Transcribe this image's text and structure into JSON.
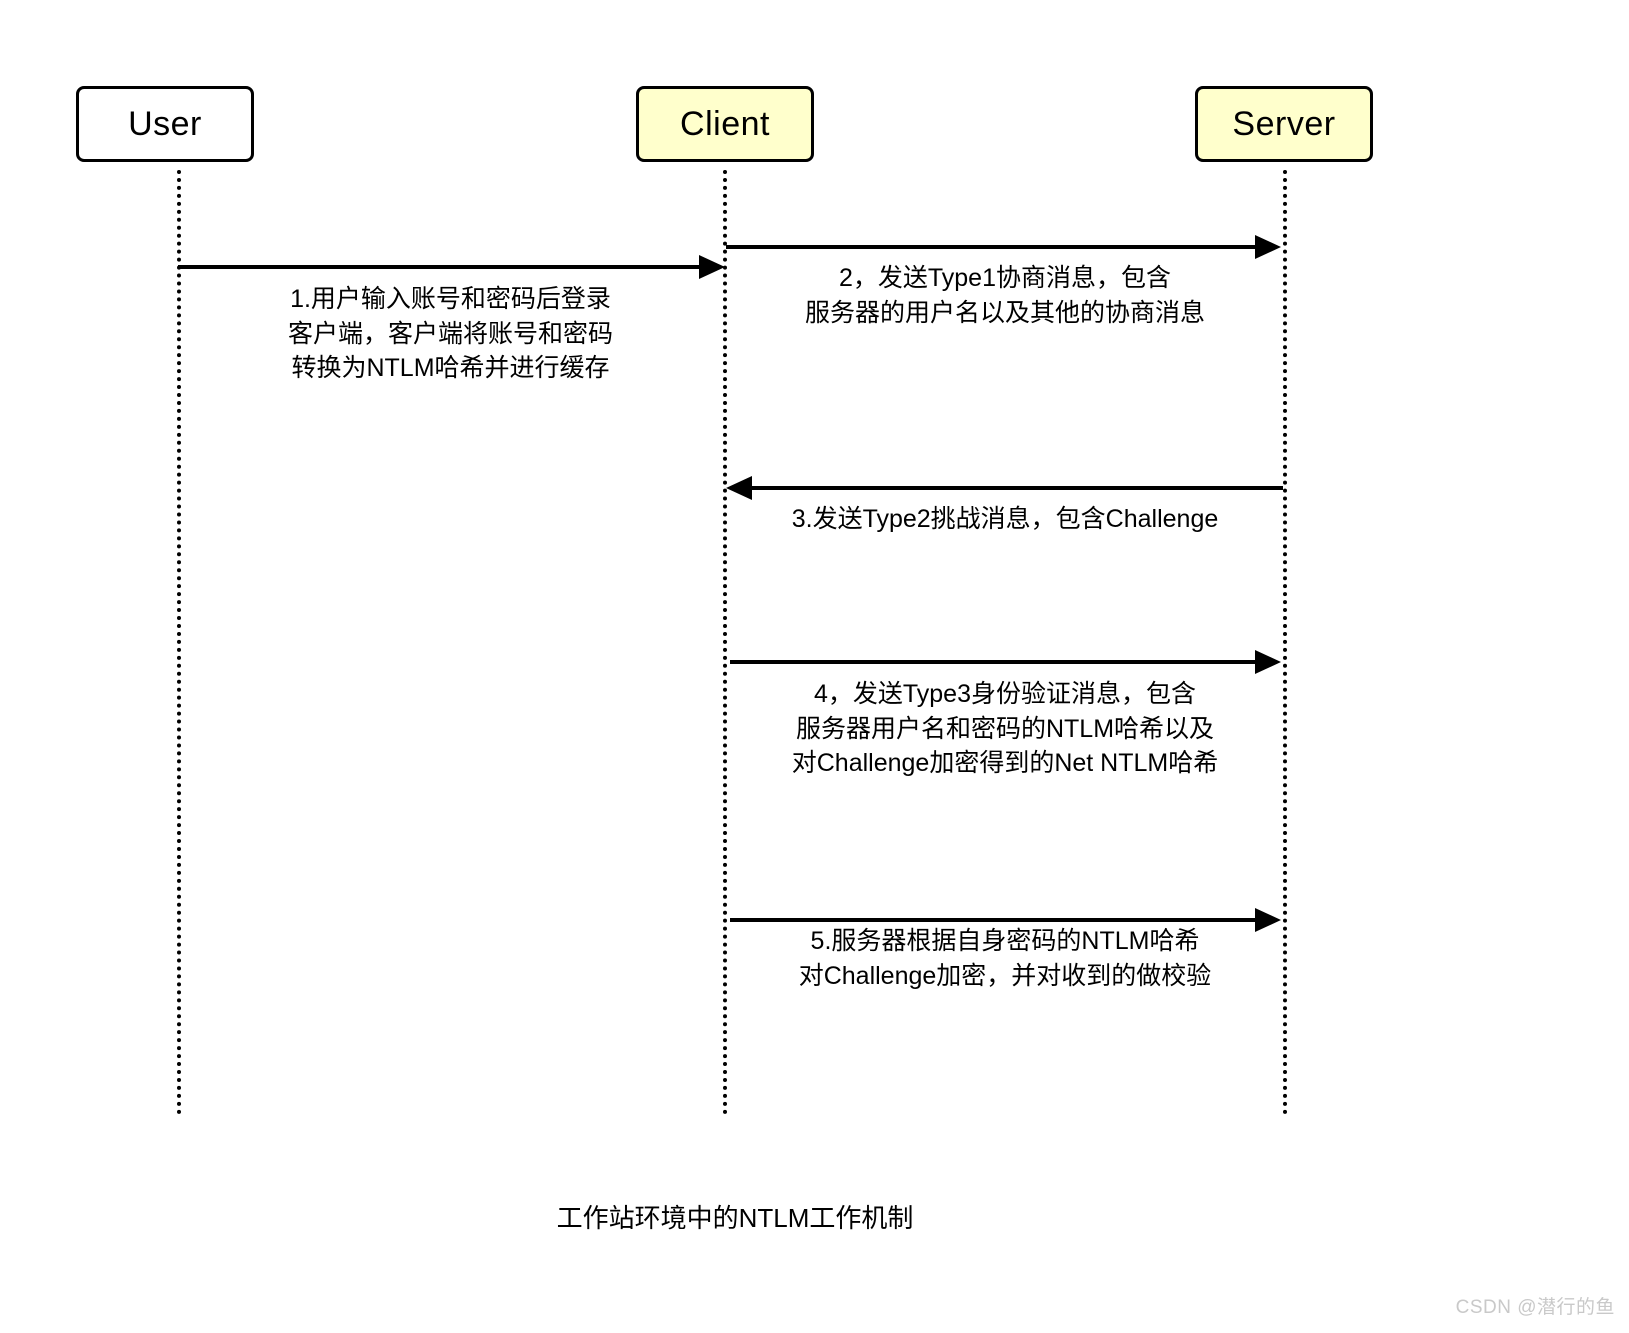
{
  "diagram": {
    "caption": "工作站环境中的NTLM工作机制",
    "watermark": "CSDN @潜行的鱼",
    "colors": {
      "stroke": "#000000",
      "highlight_fill": "#ffffcc",
      "plain_fill": "#ffffff",
      "watermark": "#c9c9c9",
      "background": "#ffffff"
    },
    "participants": [
      {
        "id": "user",
        "label": "User",
        "fill": "#ffffff"
      },
      {
        "id": "client",
        "label": "Client",
        "fill": "#ffffcc"
      },
      {
        "id": "server",
        "label": "Server",
        "fill": "#ffffcc"
      }
    ],
    "messages": [
      {
        "index": "1",
        "from": "user",
        "to": "client",
        "direction": "right",
        "label": "1.用户输入账号和密码后登录\n客户端，客户端将账号和密码\n转换为NTLM哈希并进行缓存"
      },
      {
        "index": "2",
        "from": "client",
        "to": "server",
        "direction": "right",
        "label": "2，发送Type1协商消息，包含\n服务器的用户名以及其他的协商消息"
      },
      {
        "index": "3",
        "from": "server",
        "to": "client",
        "direction": "left",
        "label": "3.发送Type2挑战消息，包含Challenge"
      },
      {
        "index": "4",
        "from": "client",
        "to": "server",
        "direction": "right",
        "label": "4，发送Type3身份验证消息，包含\n服务器用户名和密码的NTLM哈希以及\n对Challenge加密得到的Net NTLM哈希"
      },
      {
        "index": "5",
        "from": "client",
        "to": "server",
        "direction": "right",
        "label": "5.服务器根据自身密码的NTLM哈希\n对Challenge加密，并对收到的做校验"
      }
    ]
  }
}
